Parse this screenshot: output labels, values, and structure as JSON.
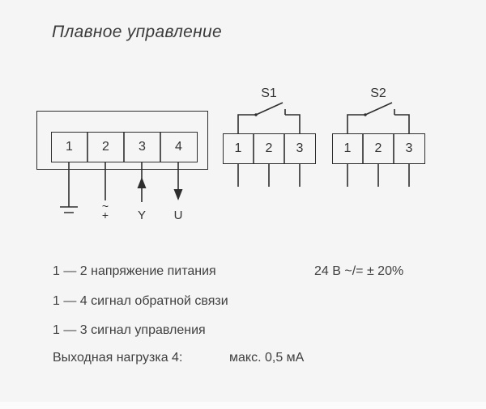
{
  "title": "Плавное управление",
  "diagram": {
    "terminal_block": {
      "terminals": [
        "1",
        "2",
        "3",
        "4"
      ],
      "ground_symbol": "earth-ground",
      "acdc_top": "~",
      "acdc_bottom": "+",
      "signal_y": "Y",
      "signal_u": "U"
    },
    "switch1": {
      "label": "S1",
      "terminals": [
        "1",
        "2",
        "3"
      ]
    },
    "switch2": {
      "label": "S2",
      "terminals": [
        "1",
        "2",
        "3"
      ]
    }
  },
  "legend": {
    "rows": [
      {
        "left": "1 — 2 напряжение питания",
        "right": "24 В ~/= ± 20%"
      },
      {
        "left": "1 — 4 сигнал обратной связи",
        "right": ""
      },
      {
        "left": "1 — 3 сигнал управления",
        "right": ""
      },
      {
        "left": "Выходная нагрузка 4:",
        "right": "макс. 0,5 мА"
      }
    ]
  }
}
